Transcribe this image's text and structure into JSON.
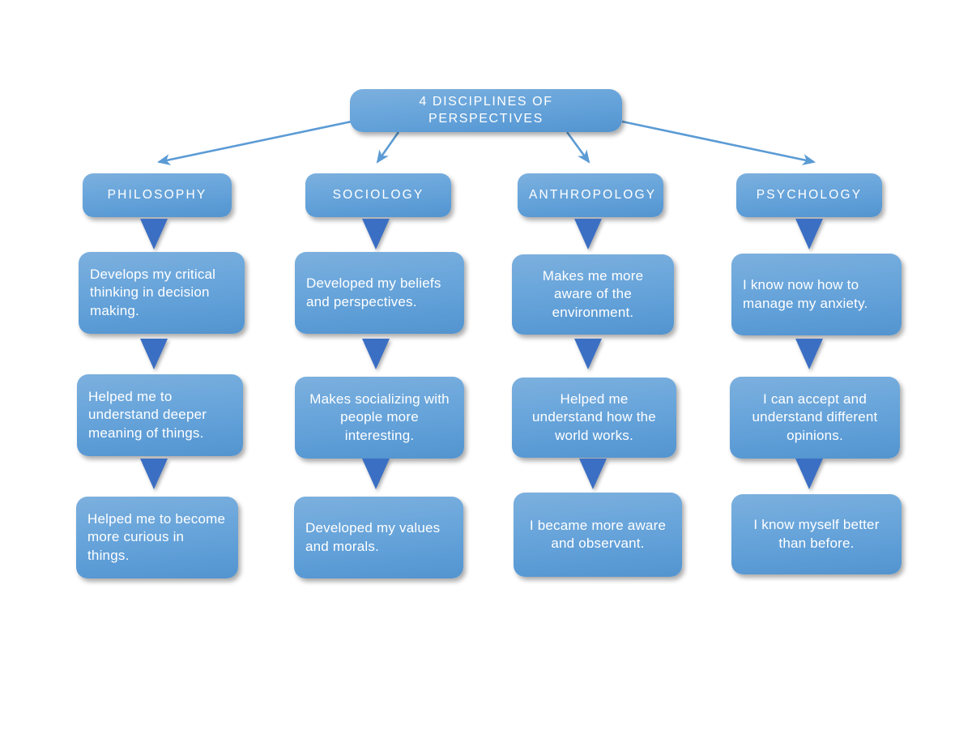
{
  "diagram": {
    "title": "4 DISCIPLINES OF PERSPECTIVES",
    "colors": {
      "box_fill_light": "#7cb0de",
      "box_fill_dark": "#5394cf",
      "arrow_line": "#5b9bd5",
      "triangle": "#3b6fc4",
      "text": "#ffffff",
      "background": "#ffffff"
    },
    "root": {
      "label": "4 DISCIPLINES OF PERSPECTIVES"
    },
    "branches": [
      {
        "discipline": "PHILOSOPHY",
        "items": [
          "Develops my critical thinking in decision making.",
          "Helped me to understand deeper meaning of things.",
          "Helped me to become more curious in things."
        ]
      },
      {
        "discipline": "SOCIOLOGY",
        "items": [
          "Developed my beliefs and perspectives.",
          "Makes socializing with people more interesting.",
          "Developed my values and morals."
        ]
      },
      {
        "discipline": "ANTHROPOLOGY",
        "items": [
          "Makes me more aware of the environment.",
          "Helped me understand how the world works.",
          "I became more aware and observant."
        ]
      },
      {
        "discipline": "PSYCHOLOGY",
        "items": [
          "I know now how to manage my anxiety.",
          "I can accept and understand different opinions.",
          "I know myself better than before."
        ]
      }
    ]
  }
}
